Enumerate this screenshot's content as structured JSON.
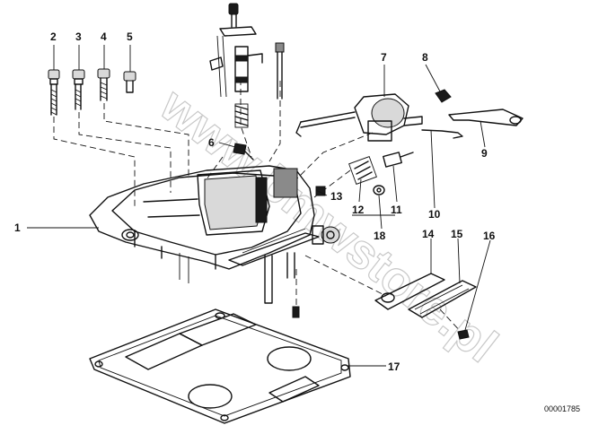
{
  "diagram": {
    "callouts": [
      {
        "id": "1",
        "label": "1"
      },
      {
        "id": "2",
        "label": "2"
      },
      {
        "id": "3",
        "label": "3"
      },
      {
        "id": "4",
        "label": "4"
      },
      {
        "id": "5",
        "label": "5"
      },
      {
        "id": "6",
        "label": "6"
      },
      {
        "id": "7",
        "label": "7"
      },
      {
        "id": "8",
        "label": "8"
      },
      {
        "id": "9",
        "label": "9"
      },
      {
        "id": "10",
        "label": "10"
      },
      {
        "id": "11",
        "label": "11"
      },
      {
        "id": "12",
        "label": "12"
      },
      {
        "id": "13",
        "label": "13"
      },
      {
        "id": "14",
        "label": "14"
      },
      {
        "id": "15",
        "label": "15"
      },
      {
        "id": "16",
        "label": "16"
      },
      {
        "id": "17",
        "label": "17"
      },
      {
        "id": "18",
        "label": "18"
      }
    ],
    "reference_number": "00001785",
    "watermark": "www.bmwstore.pl"
  }
}
